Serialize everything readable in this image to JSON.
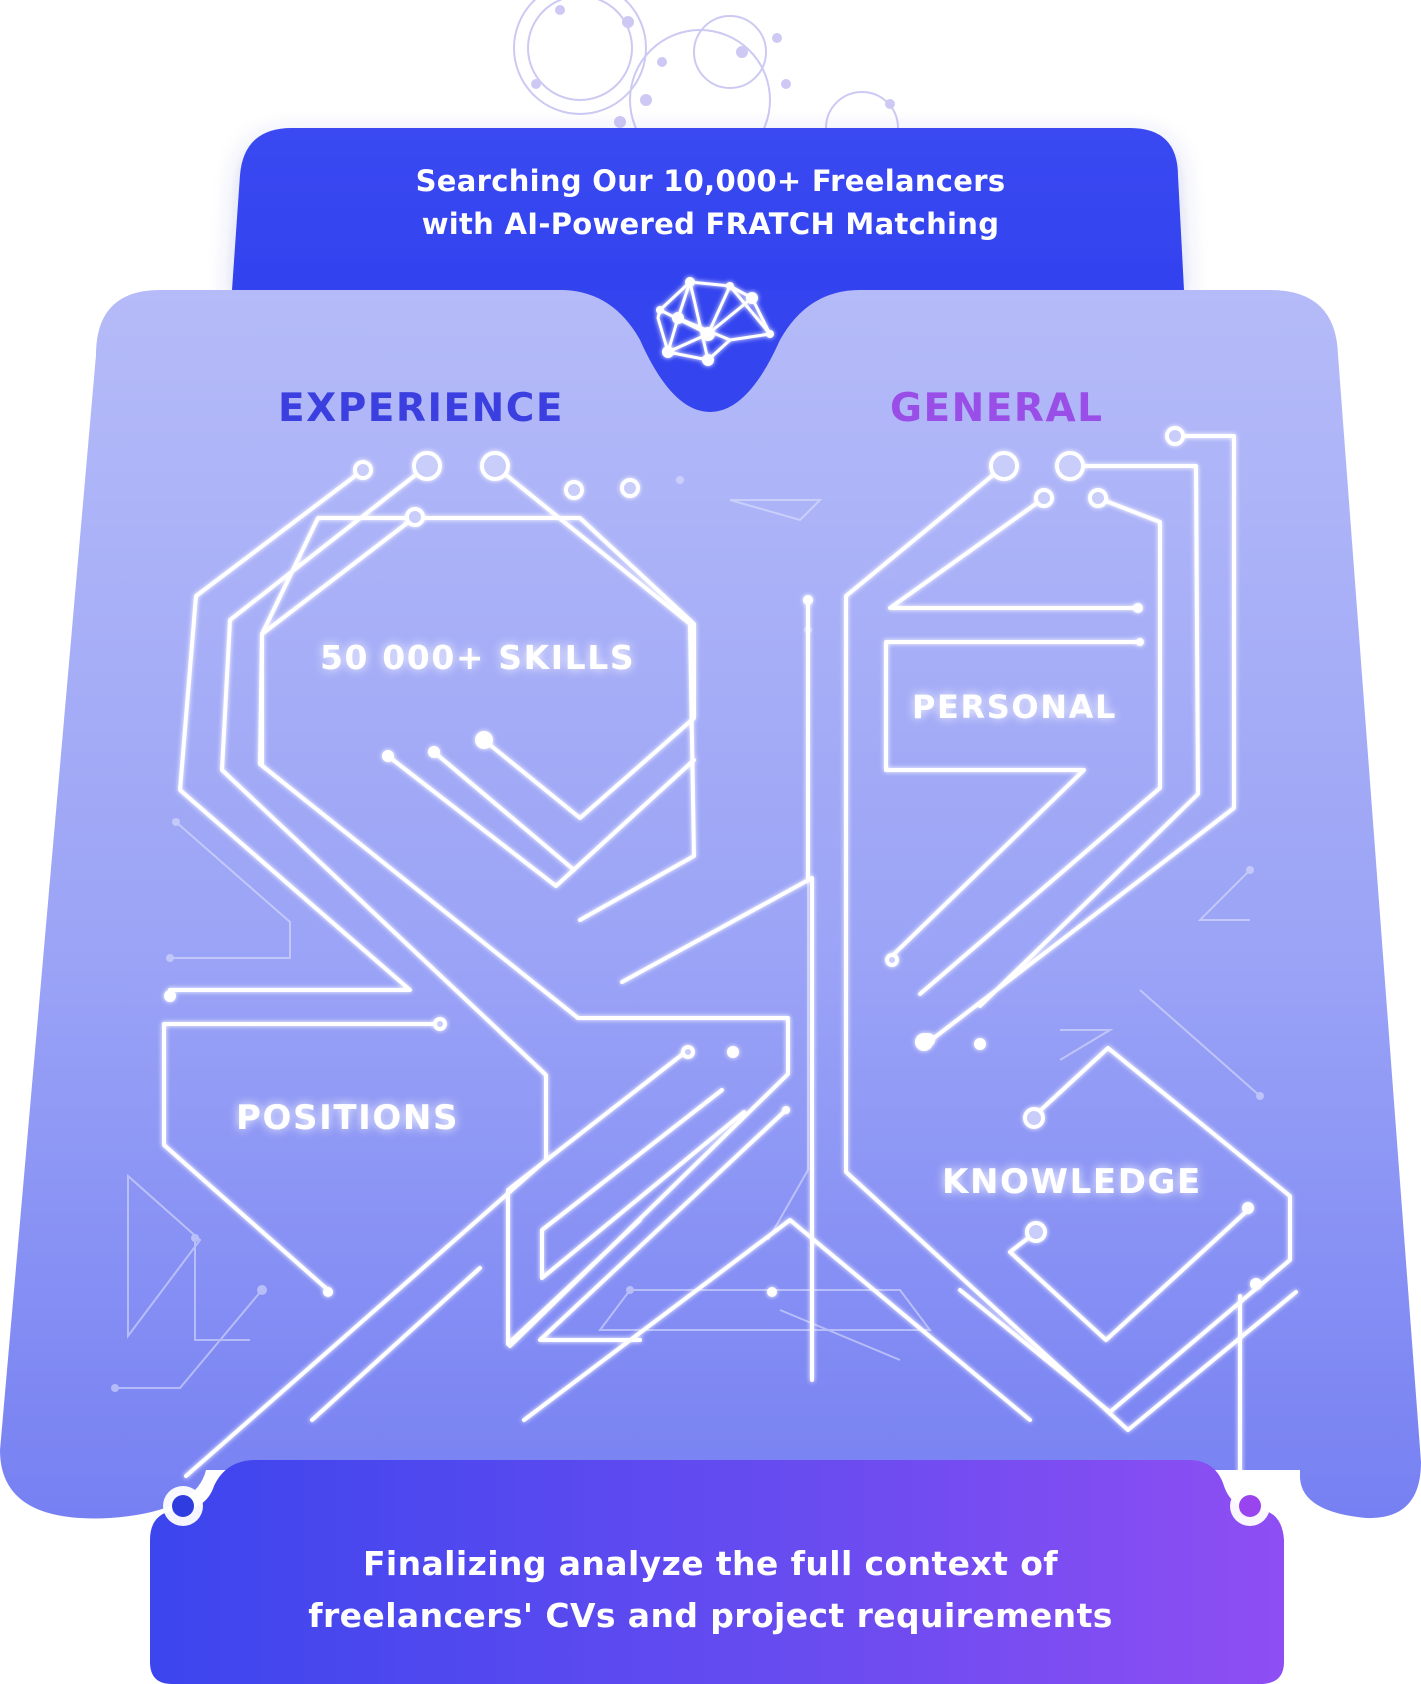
{
  "header": {
    "line1": "Searching Our 10,000+ Freelancers",
    "line2": "with AI-Powered FRATCH Matching",
    "brain_icon": "ai-brain-network-icon"
  },
  "columns": {
    "left_title": "EXPERIENCE",
    "right_title": "GENERAL",
    "left_color": "#3b3fe0",
    "right_color": "#9a4ee8"
  },
  "categories": {
    "skills": "50 000+ SKILLS",
    "positions": "POSITIONS",
    "personal": "PERSONAL",
    "knowledge": "KNOWLEDGE"
  },
  "footer": {
    "line1": "Finalizing analyze the full context of",
    "line2": "freelancers' CVs and project requirements"
  },
  "colors": {
    "header_blue": "#3647f0",
    "panel_top": "#b4baf7",
    "panel_bottom": "#7d86f3",
    "footer_left": "#3d45ee",
    "footer_right": "#8d4ef2",
    "node_left": "#2f3de0",
    "node_right": "#9a44ef"
  }
}
